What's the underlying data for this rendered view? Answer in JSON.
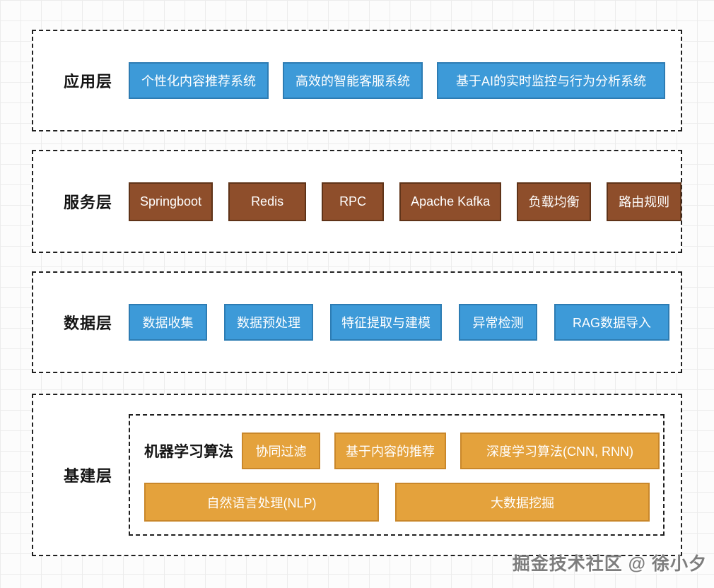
{
  "watermark": "掘金技术社区 @ 徐小夕",
  "colors": {
    "box_blue": "#3d9ad8",
    "box_blue_border": "#2d7cb3",
    "box_brown": "#8e4e2b",
    "box_brown_border": "#5f3318",
    "box_orange": "#e4a23c",
    "box_orange_border": "#c9872a",
    "dashed_border": "#1f1f1f",
    "box_text": "#ffffff",
    "label_text": "#141414"
  },
  "layers": [
    {
      "label": "应用层",
      "theme": "blue",
      "items": [
        "个性化内容推荐系统",
        "高效的智能客服系统",
        "基于AI的实时监控与行为分析系统"
      ]
    },
    {
      "label": "服务层",
      "theme": "brown",
      "items": [
        "Springboot",
        "Redis",
        "RPC",
        "Apache Kafka",
        "负载均衡",
        "路由规则"
      ]
    },
    {
      "label": "数据层",
      "theme": "blue",
      "items": [
        "数据收集",
        "数据预处理",
        "特征提取与建模",
        "异常检测",
        "RAG数据导入"
      ]
    },
    {
      "label": "基建层",
      "theme": "orange",
      "group": {
        "label": "机器学习算法",
        "row1": [
          "协同过滤",
          "基于内容的推荐",
          "深度学习算法(CNN, RNN)"
        ],
        "row2": [
          "自然语言处理(NLP)",
          "大数据挖掘"
        ]
      }
    }
  ]
}
